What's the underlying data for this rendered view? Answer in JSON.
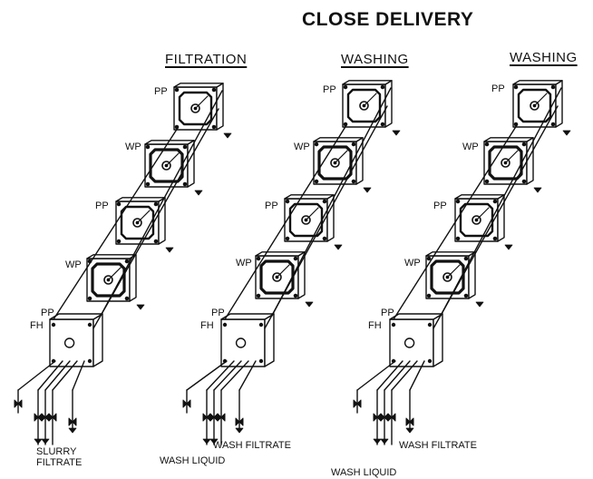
{
  "title": "CLOSE DELIVERY",
  "stages": [
    {
      "heading": "FILTRATION",
      "plates": [
        "PP",
        "WP",
        "PP",
        "WP",
        "PP"
      ],
      "head_label": "FH",
      "flows": [
        "SLURRY",
        "FILTRATE"
      ]
    },
    {
      "heading": "WASHING",
      "plates": [
        "PP",
        "WP",
        "PP",
        "WP",
        "PP"
      ],
      "head_label": "FH",
      "flows": [
        "WASH FILTRATE",
        "WASH LIQUID"
      ]
    },
    {
      "heading": "WASHING",
      "plates": [
        "PP",
        "WP",
        "PP",
        "WP",
        "PP"
      ],
      "head_label": "FH",
      "flows": [
        "WASH FILTRATE",
        "WASH LIQUID"
      ]
    }
  ]
}
